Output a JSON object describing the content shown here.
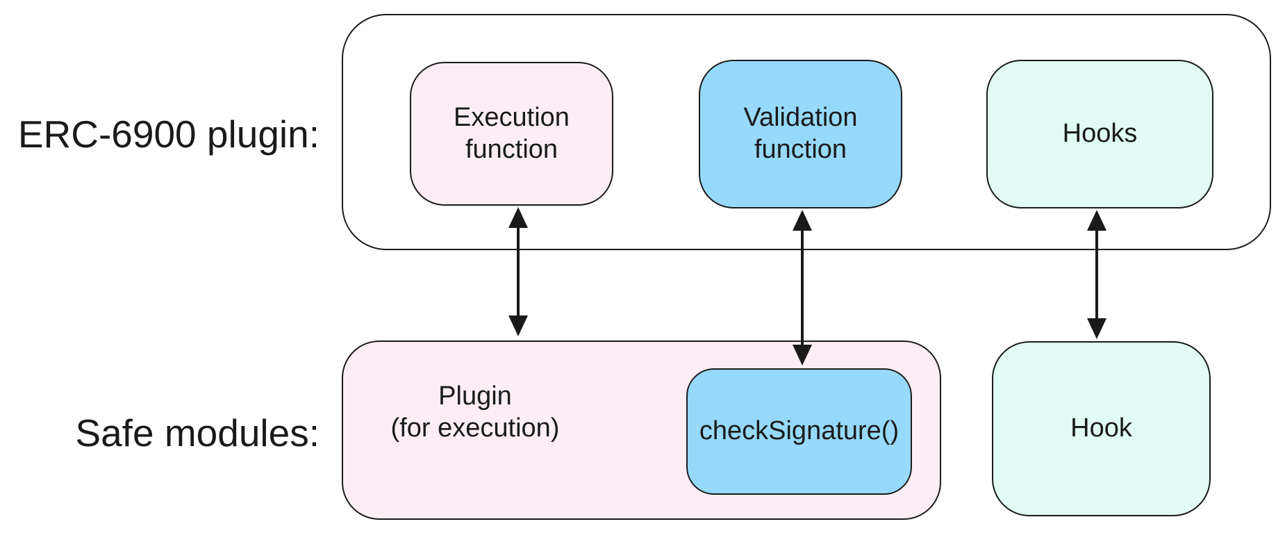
{
  "labels": {
    "erc": "ERC-6900 plugin:",
    "safe": "Safe modules:"
  },
  "erc_plugin": {
    "execution": [
      "Execution",
      "function"
    ],
    "validation": [
      "Validation",
      "function"
    ],
    "hooks": "Hooks"
  },
  "safe_modules": {
    "plugin": [
      "Plugin",
      "(for execution)"
    ],
    "check_signature": "checkSignature()",
    "hook": "Hook"
  },
  "colors": {
    "pink_fill": "#fdeef5",
    "blue_fill": "#96d9fc",
    "mint_fill": "#e0fcf4",
    "stroke": "#1a1a1a"
  }
}
